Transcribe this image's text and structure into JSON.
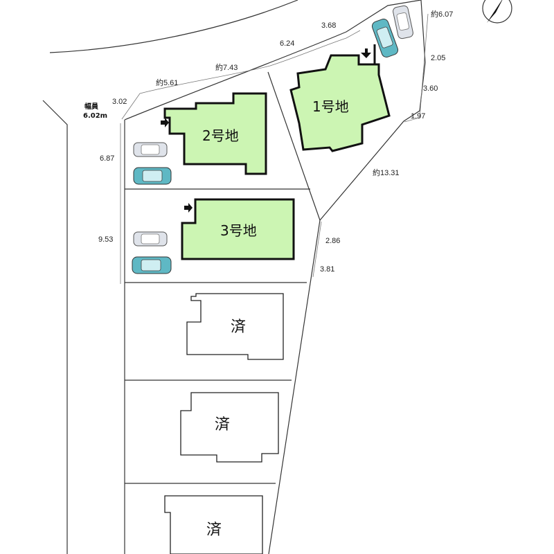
{
  "lots": [
    {
      "label": "1号地"
    },
    {
      "label": "2号地"
    },
    {
      "label": "3号地"
    }
  ],
  "sold": [
    {
      "label": "済"
    },
    {
      "label": "済"
    },
    {
      "label": "済"
    }
  ],
  "road": {
    "label_line1": "幅員",
    "label_line2": "6.02m"
  },
  "dimensions": {
    "d_3_02": "3.02",
    "d_5_61": "約5.61",
    "d_7_43": "約7.43",
    "d_6_24": "6.24",
    "d_3_68": "3.68",
    "d_6_07": "約6.07",
    "d_2_05": "2.05",
    "d_3_60": "3.60",
    "d_1_97": "1.97",
    "d_13_31": "約13.31",
    "d_2_86": "2.86",
    "d_3_81": "3.81",
    "d_6_87": "6.87",
    "d_9_53": "9.53"
  },
  "colors": {
    "house_fill": "#ccf5b3",
    "car_teal": "#5fb8c4",
    "car_grey": "#dfe3ea"
  },
  "icons": {
    "north": "north-arrow-icon",
    "entrance": "entrance-arrow-icon",
    "car": "car-icon"
  }
}
